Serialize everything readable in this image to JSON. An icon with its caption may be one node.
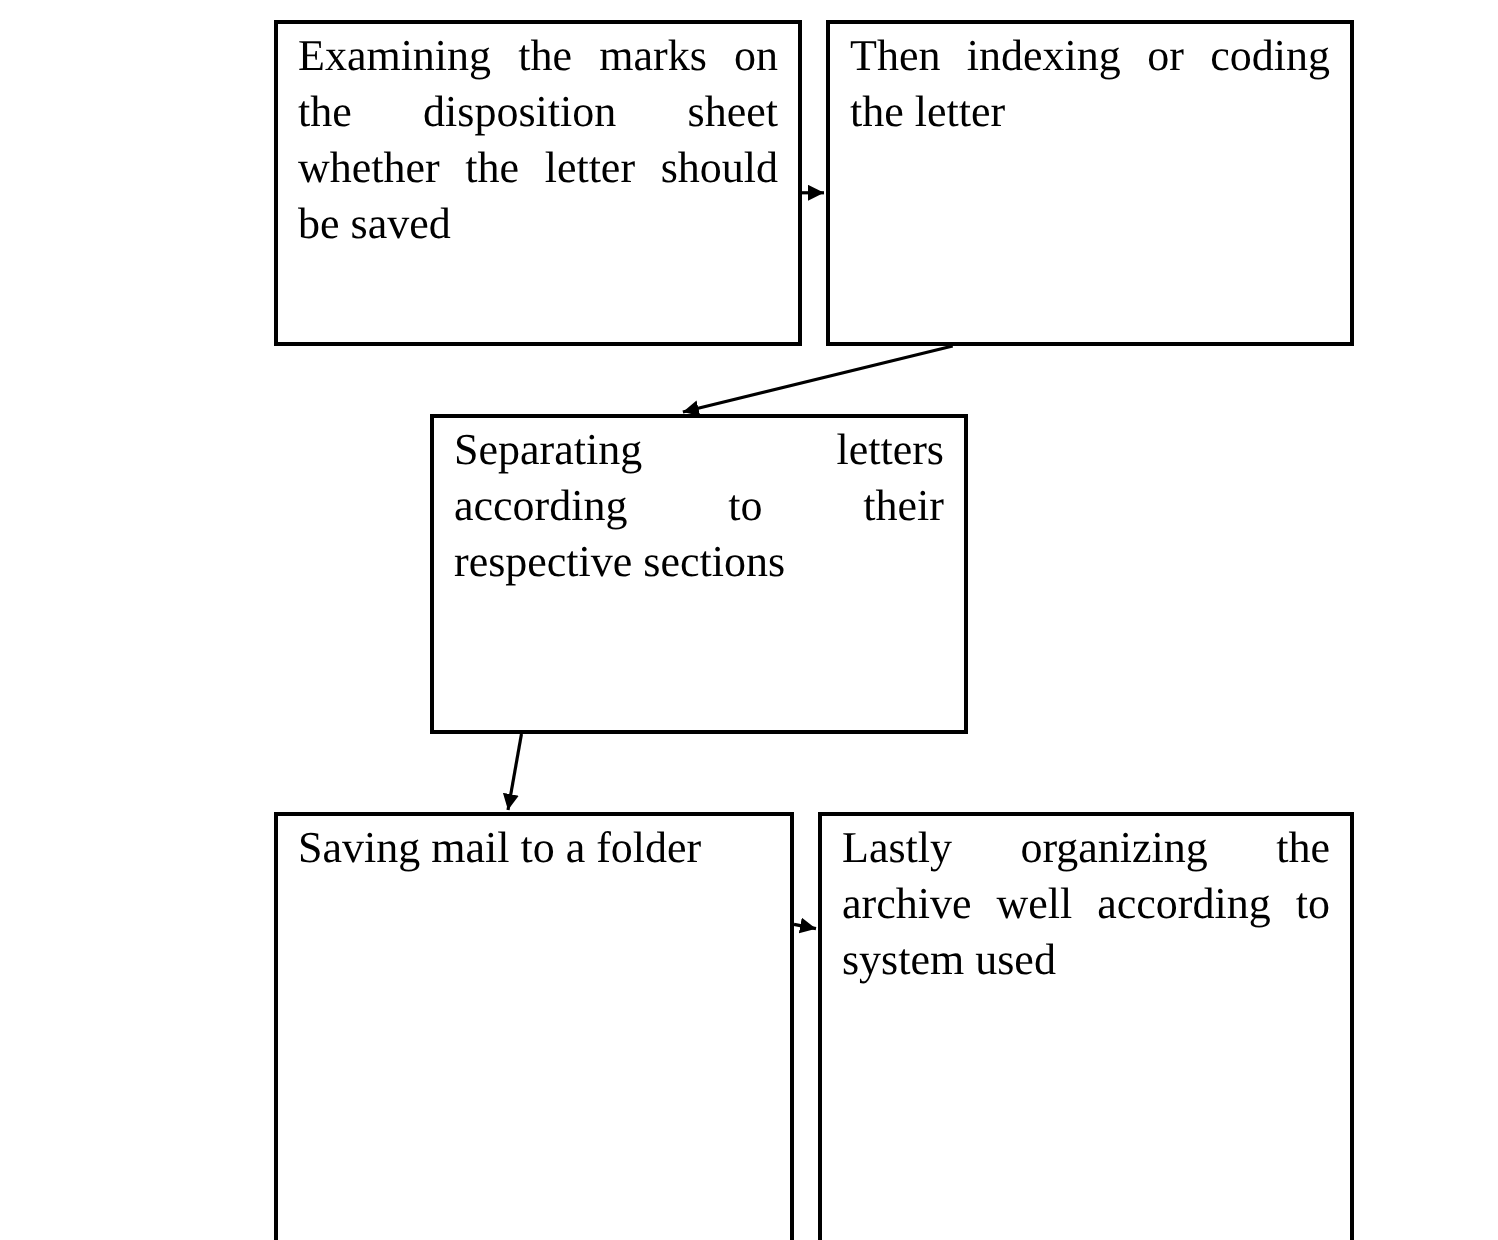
{
  "diagram": {
    "nodes": [
      {
        "text": [
          "Examining the marks on the disposition sheet whether the letter should be saved"
        ]
      },
      {
        "text": [
          "Then indexing or coding the letter"
        ]
      },
      {
        "text": [
          "Separating letters according to their respective sections"
        ]
      },
      {
        "text": [
          "Saving mail to a folder"
        ]
      },
      {
        "text": [
          "Lastly organizing the archive well according to system used"
        ]
      }
    ],
    "edges": [
      {
        "from": 0,
        "to": 1,
        "arrow": "to"
      },
      {
        "from": 1,
        "to": 2,
        "arrow": "to"
      },
      {
        "from": 2,
        "to": 3,
        "arrow": "to"
      },
      {
        "from": 3,
        "to": 4,
        "arrow": "to"
      }
    ]
  }
}
